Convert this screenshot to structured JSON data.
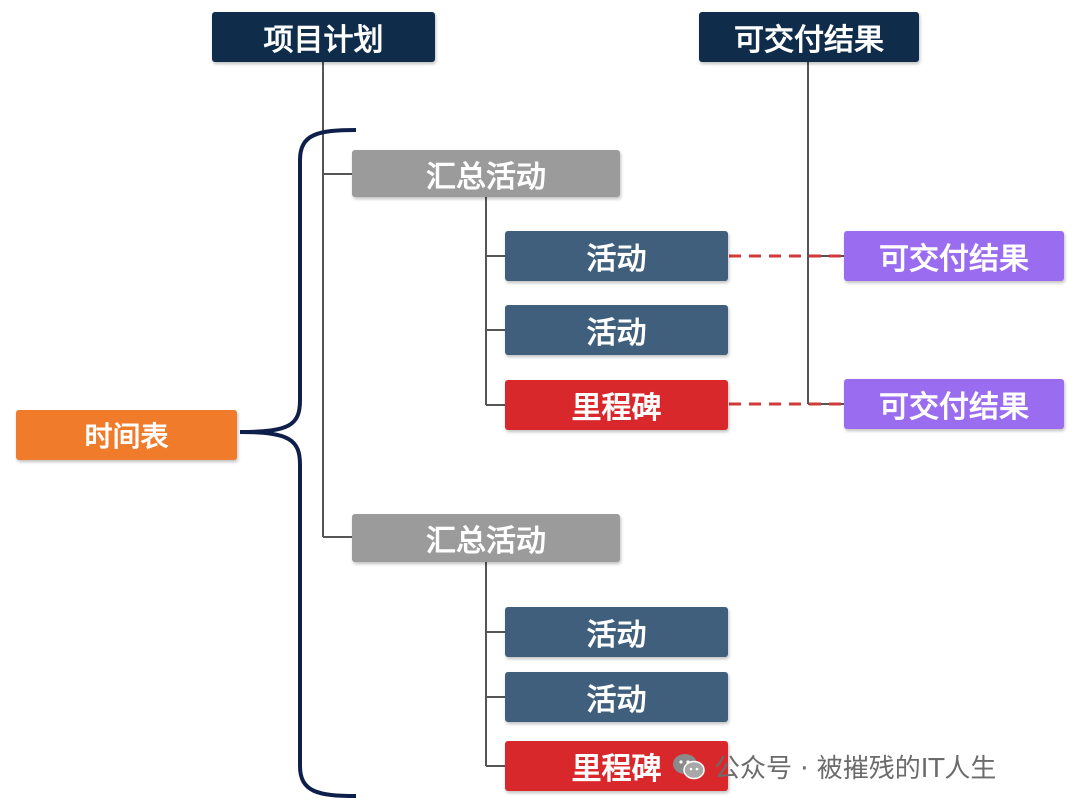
{
  "headers": {
    "project_plan": "项目计划",
    "deliverables": "可交付结果"
  },
  "timetable": "时间表",
  "groups": [
    {
      "summary": "汇总活动",
      "items": [
        {
          "kind": "activity",
          "label": "活动",
          "deliverable": "可交付结果"
        },
        {
          "kind": "activity",
          "label": "活动"
        },
        {
          "kind": "milestone",
          "label": "里程碑",
          "deliverable": "可交付结果"
        }
      ]
    },
    {
      "summary": "汇总活动",
      "items": [
        {
          "kind": "activity",
          "label": "活动"
        },
        {
          "kind": "activity",
          "label": "活动"
        },
        {
          "kind": "milestone",
          "label": "里程碑"
        }
      ]
    }
  ],
  "watermark": "公众号 · 被摧残的IT人生",
  "colors": {
    "header": "#0f2d4b",
    "summary": "#9b9b9b",
    "activity": "#3f5f7d",
    "milestone": "#d8282c",
    "deliverable": "#9a6cf0",
    "timetable": "#f07b2a",
    "brace": "#0d1f4a",
    "connector": "#555555",
    "dashed": "#d23a3a"
  }
}
